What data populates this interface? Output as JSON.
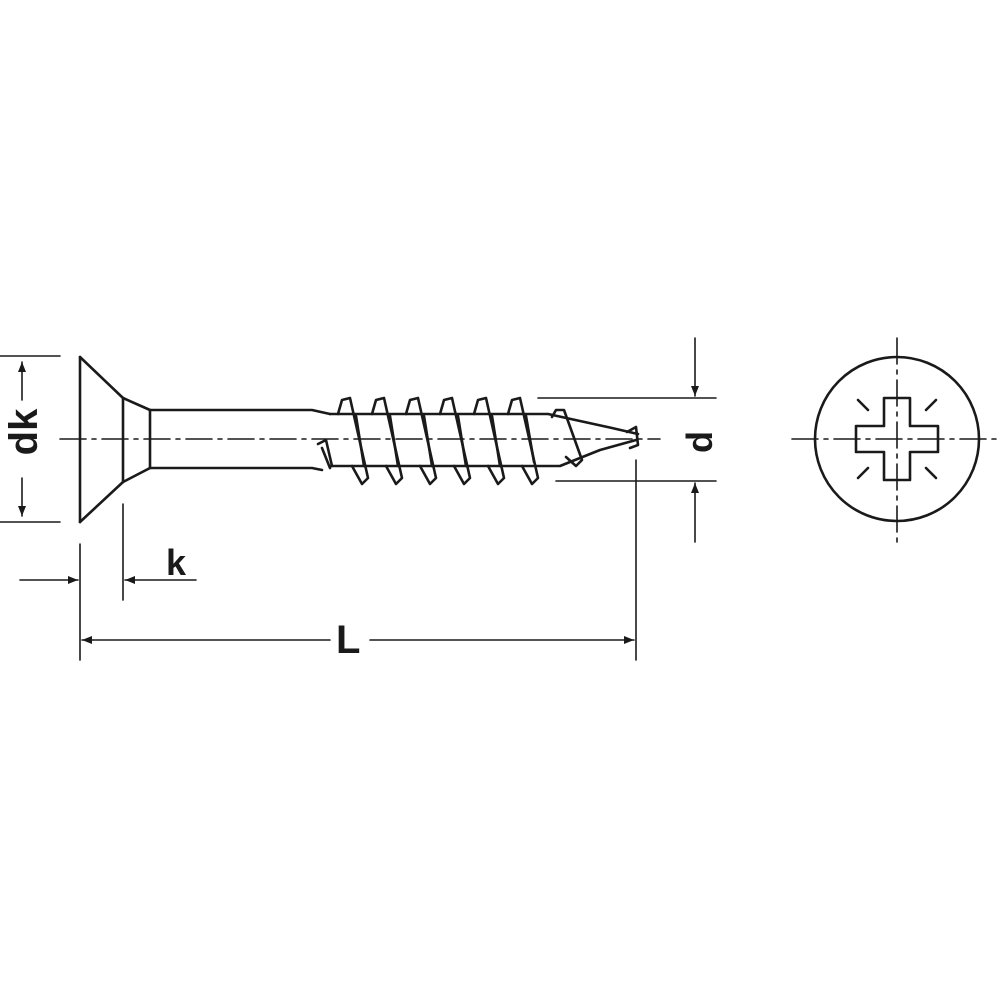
{
  "drawing": {
    "labels": {
      "head_diameter": "dk",
      "head_height": "k",
      "length": "L",
      "thread_diameter": "d"
    },
    "colors": {
      "line": "#1a1a1a",
      "background": "#ffffff"
    },
    "icons": {
      "recess": "pozidriv-recess-icon"
    }
  }
}
